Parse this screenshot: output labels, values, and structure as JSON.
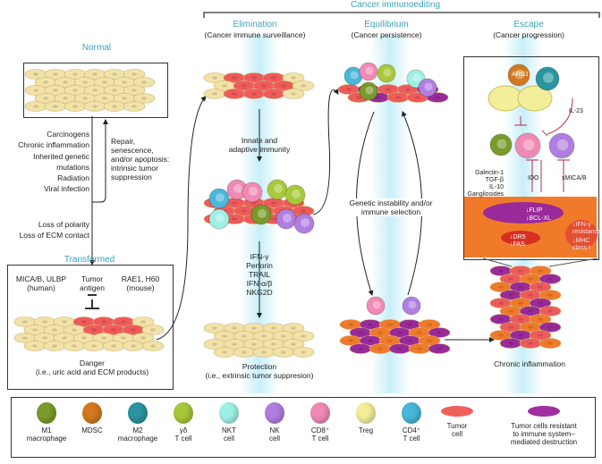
{
  "header": {
    "title": "Cancer immunoediting"
  },
  "phases": [
    {
      "name": "Elimination",
      "subtitle": "(Cancer immune surveillance)"
    },
    {
      "name": "Equilibrium",
      "subtitle": "(Cancer persistence)"
    },
    {
      "name": "Escape",
      "subtitle": "(Cancer progression)"
    }
  ],
  "normal": {
    "title": "Normal"
  },
  "transformation": {
    "causes": [
      "Carcinogens",
      "Chronic inflammation",
      "Inherited genetic\nmutations",
      "Radiation",
      "Viral infection"
    ],
    "repair": "Repair,\nsenescence,\nand/or apoptosis:\nintrinsic tumor\nsuppression",
    "loss": [
      "Loss of polarity",
      "Loss of ECM contact"
    ]
  },
  "transformed": {
    "title": "Transformed",
    "ligand_human": "MICA/B, ULBP\n(human)",
    "tumor_antigen": "Tumor\nantigen",
    "ligand_mouse": "RAE1, H60\n(mouse)",
    "danger": "Danger\n(i.e., uric acid and ECM products)"
  },
  "elimination": {
    "immunity": "Innate and\nadaptive immunity",
    "effectors": "IFN-γ\nPerforin\nTRAIL\nIFN-α/β\nNKG2D",
    "protection": "Protection\n(i.e., extrinsic tumor suppresion)"
  },
  "equilibrium": {
    "selection": "Genetic instability and/or\nimmune selection"
  },
  "escape": {
    "arg1": "ARG1",
    "il23": "IL-23",
    "suppressors": "Galectin-1\nTGF-β\nIL-10\nGangliosides",
    "ido": "IDO",
    "smica": "sMICA/B",
    "flip": "↓FLIP",
    "bclx": "↓BCL-XL",
    "dr5": "↓DR5",
    "fas": "↓FAS",
    "ifn_res": "↓IFN-γ\nresistance",
    "mhc": "↓MHC\nclass I",
    "chronic": "Chronic inflammation"
  },
  "legend": [
    {
      "label": "M1\nmacrophage",
      "color": "#7a9a2a"
    },
    {
      "label": "MDSC",
      "color": "#d2781e"
    },
    {
      "label": "M2\nmacrophage",
      "color": "#2a95a0"
    },
    {
      "label": "γδ\nT cell",
      "color": "#a8c83a"
    },
    {
      "label": "NKT\ncell",
      "color": "#9ff0e4"
    },
    {
      "label": "NK\ncell",
      "color": "#b07ee0"
    },
    {
      "label": "CD8⁺\nT cell",
      "color": "#f08ab4"
    },
    {
      "label": "Treg",
      "color": "#f2ee9a"
    },
    {
      "label": "CD4⁺\nT cell",
      "color": "#4ab6d8"
    },
    {
      "label": "Tumor\ncell",
      "color": "#f0605a"
    },
    {
      "label": "Tumor cells resistant\nto immune system–\nmediated destruction",
      "color": "#a02ea0"
    }
  ],
  "colors": {
    "accent": "#3aa3b8",
    "normal_cell": "#f2e2a8",
    "tumor_cell": "#ef5a5a",
    "resistant_purple": "#9a2a9a",
    "resistant_orange": "#f07a2a"
  }
}
